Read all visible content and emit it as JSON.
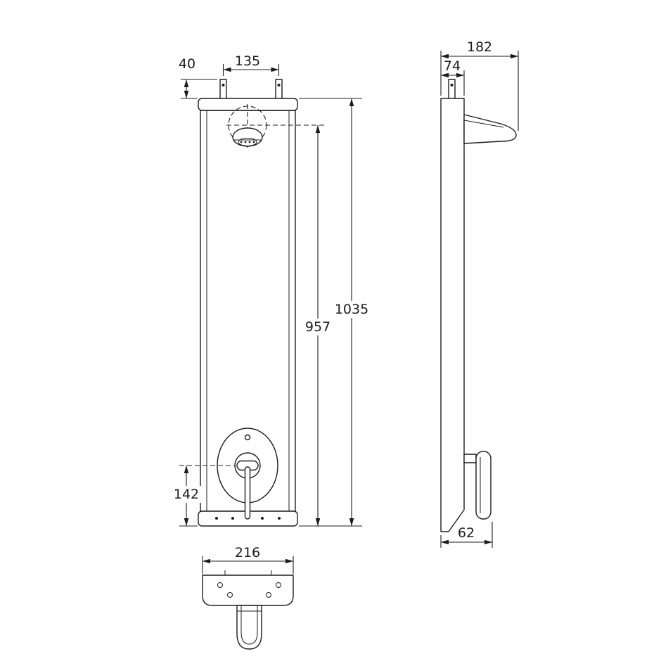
{
  "drawing": {
    "type": "technical-dimension-drawing",
    "subject": "shower-panel",
    "background_color": "#ffffff",
    "line_color": "#1c1c1c",
    "views": {
      "front": "front-view",
      "side": "side-view",
      "bottom": "bottom-connection-view"
    },
    "dimensions": {
      "pin_height": "40",
      "inlet_spacing": "135",
      "overall_depth": "182",
      "panel_depth": "74",
      "overall_height": "1035",
      "showerhead_height": "957",
      "mixer_height": "142",
      "panel_width": "216",
      "base_depth": "62"
    }
  }
}
